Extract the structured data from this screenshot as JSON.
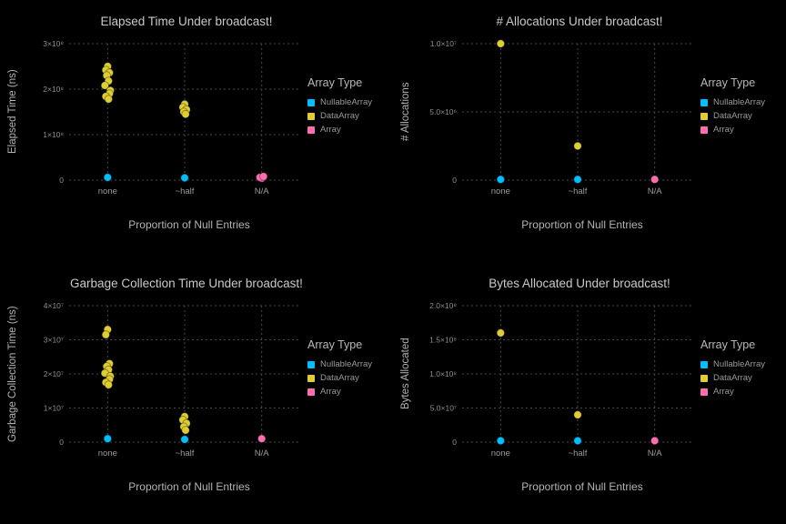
{
  "page": {
    "background": "#000000"
  },
  "chart_data": [
    {
      "type": "scatter",
      "title": "Elapsed Time Under broadcast!",
      "xlabel": "Proportion of Null Entries",
      "ylabel": "Elapsed Time (ns)",
      "categories": [
        "none",
        "~half",
        "N/A"
      ],
      "ylim": [
        0,
        300000000.0
      ],
      "yticks": [
        0,
        100000000.0,
        200000000.0,
        300000000.0
      ],
      "ytick_labels": [
        "0",
        "1×10⁸",
        "2×10⁸",
        "3×10⁸"
      ],
      "legend_title": "Array Type",
      "legend_position": "right",
      "grid": "dashed",
      "series": [
        {
          "name": "NullableArray",
          "color": "#00BFFF",
          "points": [
            [
              "none",
              6000000.0
            ],
            [
              "~half",
              5000000.0
            ]
          ]
        },
        {
          "name": "DataArray",
          "color": "#DFCD34",
          "points": [
            [
              "none",
              250000000.0
            ],
            [
              "none",
              242000000.0
            ],
            [
              "none",
              236000000.0
            ],
            [
              "none",
              230000000.0
            ],
            [
              "none",
              218000000.0
            ],
            [
              "none",
              208000000.0
            ],
            [
              "none",
              197000000.0
            ],
            [
              "none",
              190000000.0
            ],
            [
              "none",
              184000000.0
            ],
            [
              "none",
              178000000.0
            ],
            [
              "~half",
              167000000.0
            ],
            [
              "~half",
              160000000.0
            ],
            [
              "~half",
              155000000.0
            ],
            [
              "~half",
              150000000.0
            ],
            [
              "~half",
              145000000.0
            ]
          ]
        },
        {
          "name": "Array",
          "color": "#FF6FB0",
          "points": [
            [
              "N/A",
              4000000.0
            ],
            [
              "N/A",
              6000000.0
            ],
            [
              "N/A",
              8000000.0
            ]
          ]
        }
      ]
    },
    {
      "type": "scatter",
      "title": "# Allocations Under broadcast!",
      "xlabel": "Proportion of Null Entries",
      "ylabel": "# Allocations",
      "categories": [
        "none",
        "~half",
        "N/A"
      ],
      "ylim": [
        0,
        10000000.0
      ],
      "yticks": [
        0,
        5000000.0,
        10000000.0
      ],
      "ytick_labels": [
        "0",
        "5.0×10⁶",
        "1.0×10⁷"
      ],
      "legend_title": "Array Type",
      "legend_position": "right",
      "grid": "dashed",
      "series": [
        {
          "name": "NullableArray",
          "color": "#00BFFF",
          "points": [
            [
              "none",
              50000.0
            ],
            [
              "~half",
              50000.0
            ]
          ]
        },
        {
          "name": "DataArray",
          "color": "#DFCD34",
          "points": [
            [
              "none",
              10000000.0
            ],
            [
              "~half",
              2500000.0
            ]
          ]
        },
        {
          "name": "Array",
          "color": "#FF6FB0",
          "points": [
            [
              "N/A",
              50000.0
            ]
          ]
        }
      ]
    },
    {
      "type": "scatter",
      "title": "Garbage Collection Time Under broadcast!",
      "xlabel": "Proportion of Null Entries",
      "ylabel": "Garbage Collection Time (ns)",
      "categories": [
        "none",
        "~half",
        "N/A"
      ],
      "ylim": [
        0,
        40000000.0
      ],
      "yticks": [
        0,
        10000000.0,
        20000000.0,
        30000000.0,
        40000000.0
      ],
      "ytick_labels": [
        "0",
        "1×10⁷",
        "2×10⁷",
        "3×10⁷",
        "4×10⁷"
      ],
      "legend_title": "Array Type",
      "legend_position": "right",
      "grid": "dashed",
      "series": [
        {
          "name": "NullableArray",
          "color": "#00BFFF",
          "points": [
            [
              "none",
              1000000.0
            ],
            [
              "~half",
              800000.0
            ]
          ]
        },
        {
          "name": "DataArray",
          "color": "#DFCD34",
          "points": [
            [
              "none",
              33000000.0
            ],
            [
              "none",
              31500000.0
            ],
            [
              "none",
              23000000.0
            ],
            [
              "none",
              22200000.0
            ],
            [
              "none",
              21200000.0
            ],
            [
              "none",
              20200000.0
            ],
            [
              "none",
              19300000.0
            ],
            [
              "none",
              18400000.0
            ],
            [
              "none",
              17500000.0
            ],
            [
              "none",
              16800000.0
            ],
            [
              "~half",
              7500000.0
            ],
            [
              "~half",
              6500000.0
            ],
            [
              "~half",
              5500000.0
            ],
            [
              "~half",
              4500000.0
            ],
            [
              "~half",
              3500000.0
            ]
          ]
        },
        {
          "name": "Array",
          "color": "#FF6FB0",
          "points": [
            [
              "N/A",
              1000000.0
            ]
          ]
        }
      ]
    },
    {
      "type": "scatter",
      "title": "Bytes Allocated Under broadcast!",
      "xlabel": "Proportion of Null Entries",
      "ylabel": "Bytes Allocated",
      "categories": [
        "none",
        "~half",
        "N/A"
      ],
      "ylim": [
        0,
        200000000.0
      ],
      "yticks": [
        0,
        50000000.0,
        100000000.0,
        150000000.0,
        200000000.0
      ],
      "ytick_labels": [
        "0",
        "5.0×10⁷",
        "1.0×10⁸",
        "1.5×10⁸",
        "2.0×10⁸"
      ],
      "legend_title": "Array Type",
      "legend_position": "right",
      "grid": "dashed",
      "series": [
        {
          "name": "NullableArray",
          "color": "#00BFFF",
          "points": [
            [
              "none",
              2000000.0
            ],
            [
              "~half",
              2000000.0
            ]
          ]
        },
        {
          "name": "DataArray",
          "color": "#DFCD34",
          "points": [
            [
              "none",
              160000000.0
            ],
            [
              "~half",
              40000000.0
            ]
          ]
        },
        {
          "name": "Array",
          "color": "#FF6FB0",
          "points": [
            [
              "N/A",
              2000000.0
            ]
          ]
        }
      ]
    }
  ]
}
